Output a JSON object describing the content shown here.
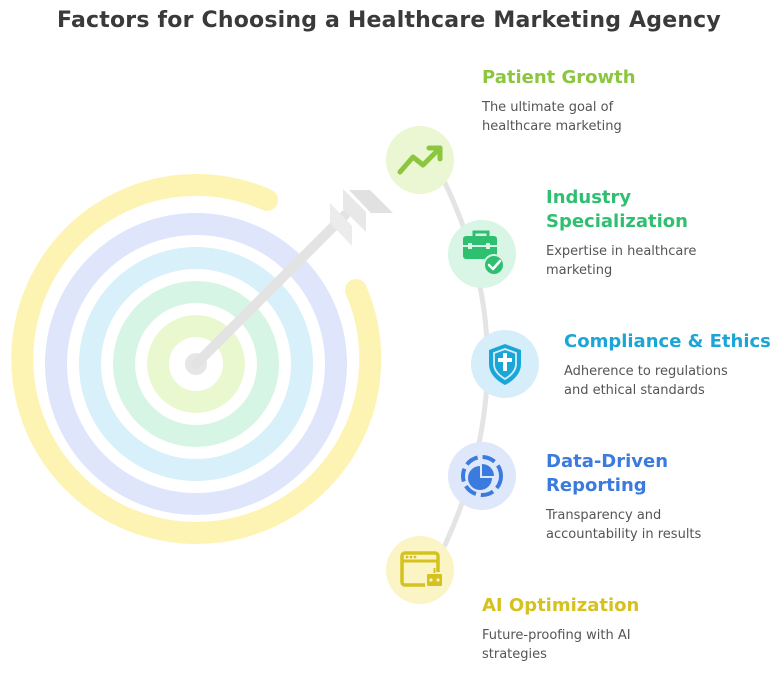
{
  "title": "Factors for Choosing a Healthcare Marketing Agency",
  "colors": {
    "green": "#8cc63f",
    "teal": "#2fbf71",
    "cyan": "#1ba6d8",
    "blue": "#3b7be0",
    "yellow": "#d6c21f"
  },
  "factors": [
    {
      "title": "Patient Growth",
      "description": "The ultimate goal of\nhealthcare marketing",
      "icon": "trending-up-icon"
    },
    {
      "title": "Industry\nSpecialization",
      "description": "Expertise in healthcare\nmarketing",
      "icon": "briefcase-badge-icon"
    },
    {
      "title": "Compliance & Ethics",
      "description": "Adherence to regulations\nand ethical standards",
      "icon": "shield-cross-icon"
    },
    {
      "title": "Data-Driven\nReporting",
      "description": "Transparency and\naccountability in results",
      "icon": "pie-chart-icon"
    },
    {
      "title": "AI Optimization",
      "description": "Future-proofing with AI\nstrategies",
      "icon": "browser-robot-icon"
    }
  ]
}
